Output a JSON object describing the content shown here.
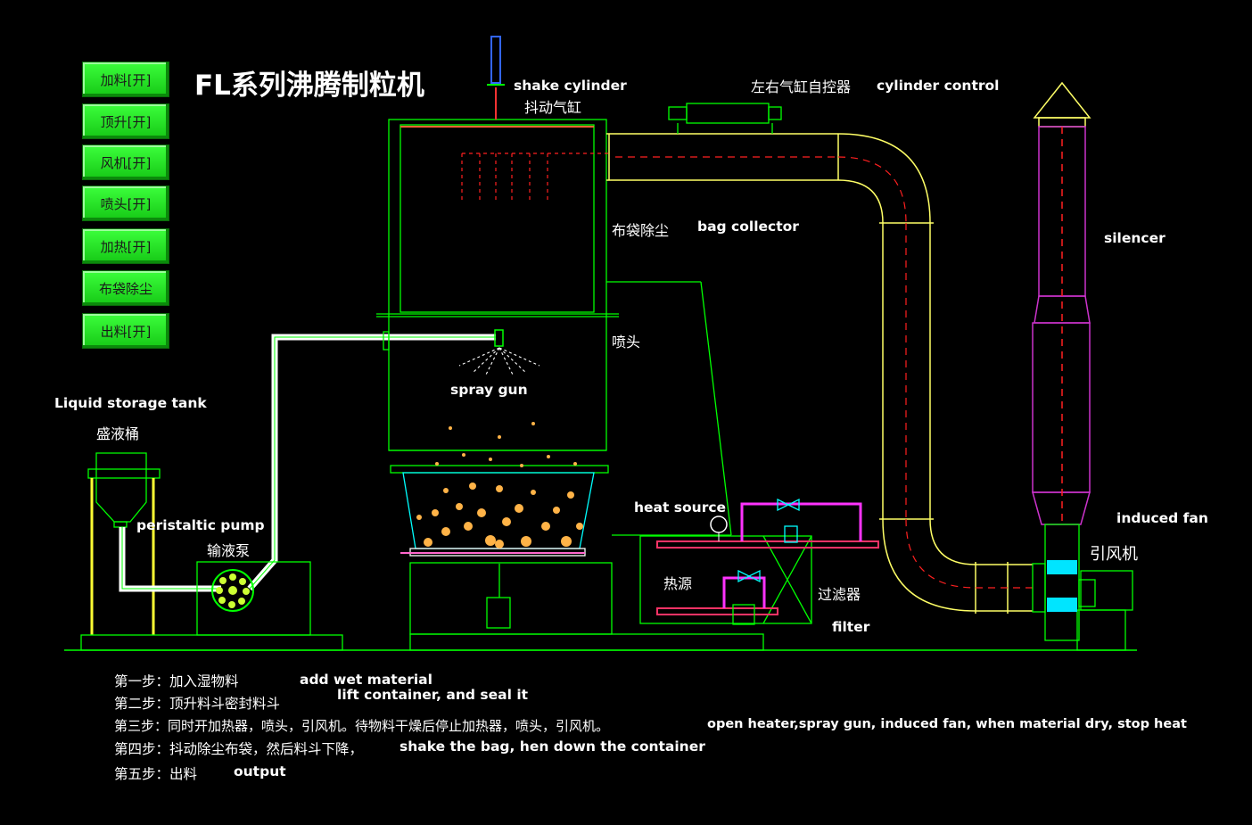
{
  "title": "FL系列沸腾制粒机",
  "buttons": [
    {
      "label": "加料[开]"
    },
    {
      "label": "顶升[开]"
    },
    {
      "label": "风机[开]"
    },
    {
      "label": "喷头[开]"
    },
    {
      "label": "加热[开]"
    },
    {
      "label": "布袋除尘"
    },
    {
      "label": "出料[开]"
    }
  ],
  "labels": {
    "shake_cylinder_en": "shake cylinder",
    "shake_cylinder_cn": "抖动气缸",
    "cylinder_control_cn": "左右气缸自控器",
    "cylinder_control_en": "cylinder control",
    "bag_collector_cn": "布袋除尘",
    "bag_collector_en": "bag collector",
    "silencer_en": "silencer",
    "nozzle_cn": "喷头",
    "spray_gun_en": "spray gun",
    "liquid_tank_en": "Liquid storage tank",
    "liquid_tank_cn": "盛液桶",
    "pump_en": "peristaltic pump",
    "pump_cn": "输液泵",
    "heat_source_en": "heat source",
    "heat_source_cn": "热源",
    "filter_cn": "过滤器",
    "filter_en": "filter",
    "induced_fan_en": "induced fan",
    "induced_fan_cn": "引风机"
  },
  "steps": [
    {
      "cn": "第一步：加入湿物料",
      "en": "add wet material"
    },
    {
      "cn": "第二步：顶升料斗密封料斗",
      "en": "lift container, and seal it"
    },
    {
      "cn": "第三步：同时开加热器，喷头，引风机。待物料干燥后停止加热器，喷头，引风机。",
      "en": "open heater,spray gun, induced fan, when material dry, stop heat"
    },
    {
      "cn": "第四步：抖动除尘布袋，然后料斗下降，",
      "en": "shake the bag, hen down the container"
    },
    {
      "cn": "第五步：出料",
      "en": "output"
    }
  ],
  "colors": {
    "background": "#000000",
    "line_green": "#00ff00",
    "duct_yellow": "#ffff66",
    "silencer_magenta": "#cc33cc",
    "heater_pipe": "#ff33ff",
    "dash_red": "#ff2020",
    "fan_cyan": "#00e5ff",
    "button_green": "#22dd22"
  }
}
